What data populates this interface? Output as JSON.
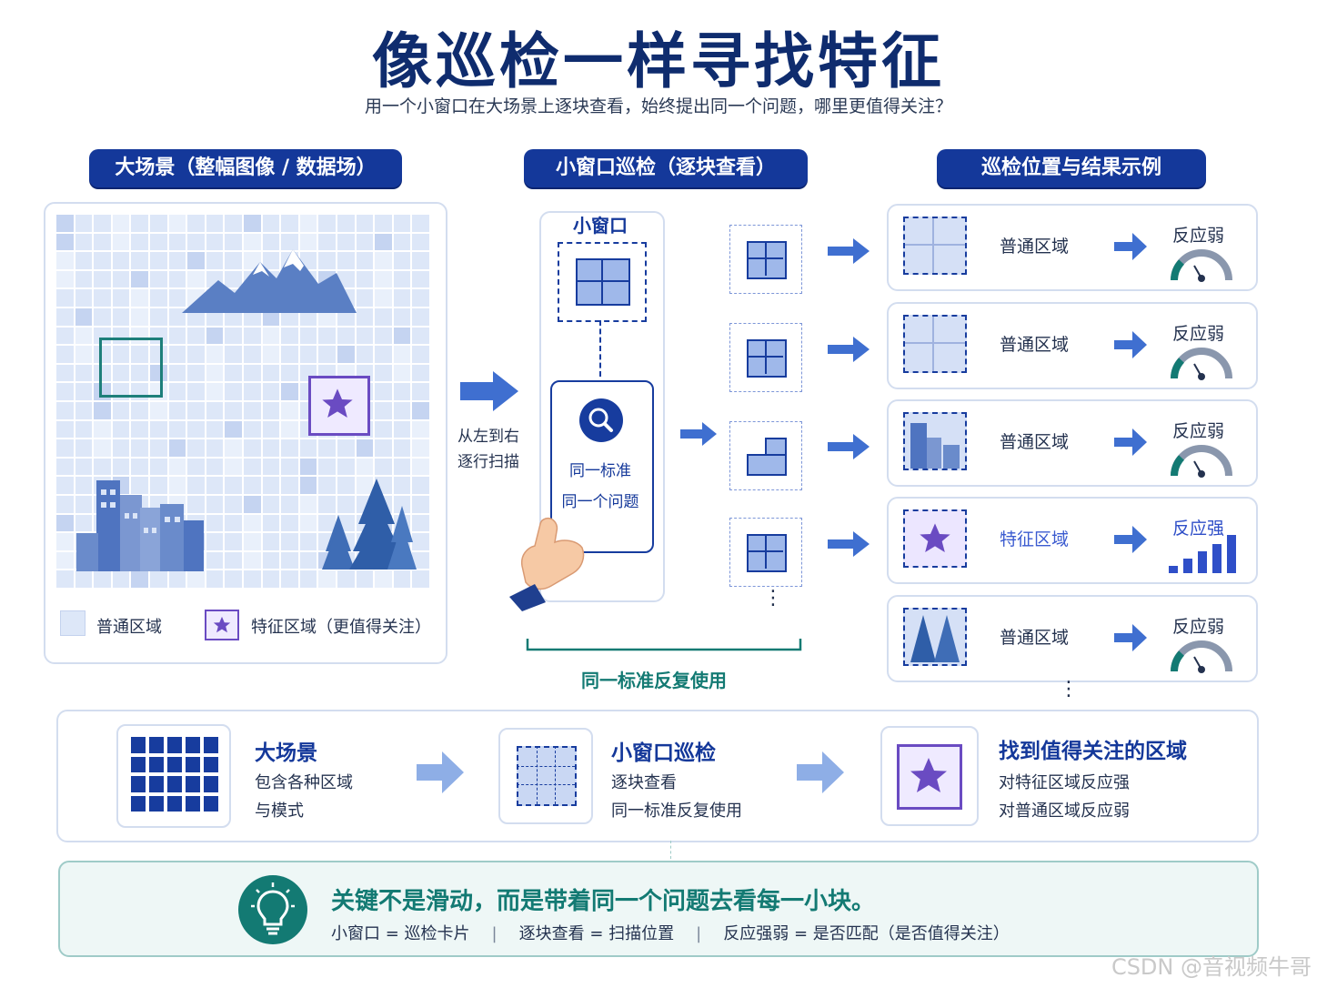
{
  "title": "像巡检一样寻找特征",
  "subtitle": "用一个小窗口在大场景上逐块查看，始终提出同一个问题，哪里更值得关注？",
  "sections": {
    "scene": "大场景（整幅图像 / 数据场）",
    "window": "小窗口巡检（逐块查看）",
    "results": "巡检位置与结果示例"
  },
  "legend": {
    "normal": "普通区域",
    "feature": "特征区域（更值得关注）"
  },
  "scan": {
    "direction_line1": "从左到右",
    "direction_line2": "逐行扫描"
  },
  "window_card": {
    "title": "小窗口",
    "line1": "同一标准",
    "line2": "同一个问题"
  },
  "reuse_label": "同一标准反复使用",
  "results": [
    {
      "region": "普通区域",
      "response": "反应弱",
      "kind": "normal"
    },
    {
      "region": "普通区域",
      "response": "反应弱",
      "kind": "normal"
    },
    {
      "region": "普通区域",
      "response": "反应弱",
      "kind": "building"
    },
    {
      "region": "特征区域",
      "response": "反应强",
      "kind": "feature"
    },
    {
      "region": "普通区域",
      "response": "反应弱",
      "kind": "tree"
    }
  ],
  "steps": [
    {
      "title": "大场景",
      "line1": "包含各种区域",
      "line2": "与模式"
    },
    {
      "title": "小窗口巡检",
      "line1": "逐块查看",
      "line2": "同一标准反复使用"
    },
    {
      "title": "找到值得关注的区域",
      "line1": "对特征区域反应强",
      "line2": "对普通区域反应弱"
    }
  ],
  "key": {
    "main": "关键不是滑动，而是带着同一个问题去看每一小块。",
    "part1": "小窗口 = 巡检卡片",
    "part2": "逐块查看 = 扫描位置",
    "part3": "反应强弱 = 是否匹配（是否值得关注）",
    "separator": "|"
  },
  "watermark": "CSDN @音视频牛哥",
  "colors": {
    "navy": "#14389a",
    "teal": "#137a73",
    "violet": "#6a4bc2",
    "tile": "#dde7f8"
  },
  "icons": [
    "mountain-icon",
    "building-icon",
    "tree-icon",
    "star-icon",
    "magnifier-icon",
    "hand-icon",
    "gauge-icon",
    "bar-icon",
    "lightbulb-icon",
    "arrow-right-icon"
  ]
}
